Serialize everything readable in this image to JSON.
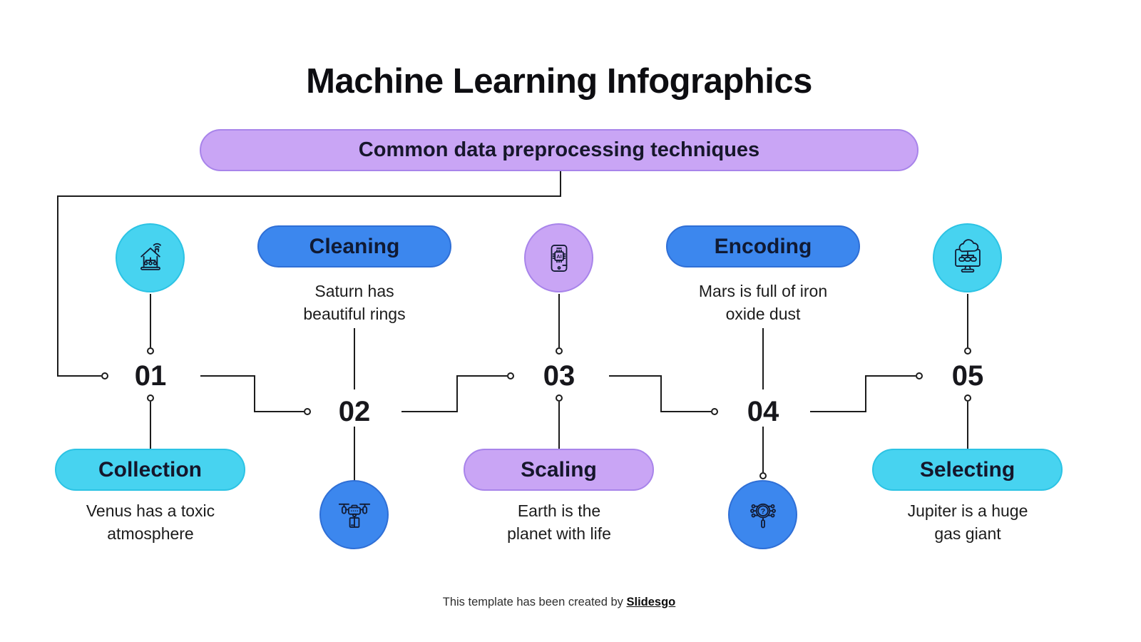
{
  "page": {
    "title": "Machine Learning Infographics",
    "subtitle": "Common data preprocessing techniques"
  },
  "steps": [
    {
      "number": "01",
      "label": "Collection",
      "description_line1": "Venus has a toxic",
      "description_line2": "atmosphere",
      "accent": "cyan",
      "icon": "smart-home-icon"
    },
    {
      "number": "02",
      "label": "Cleaning",
      "description_line1": "Saturn has",
      "description_line2": "beautiful rings",
      "accent": "blue",
      "icon": "delivery-drone-icon"
    },
    {
      "number": "03",
      "label": "Scaling",
      "description_line1": "Earth is the",
      "description_line2": "planet with life",
      "accent": "purple",
      "icon": "ai-chip-phone-icon"
    },
    {
      "number": "04",
      "label": "Encoding",
      "description_line1": "Mars is full of iron",
      "description_line2": "oxide dust",
      "accent": "blue",
      "icon": "search-network-icon"
    },
    {
      "number": "05",
      "label": "Selecting",
      "description_line1": "Jupiter is a huge",
      "description_line2": "gas giant",
      "accent": "cyan",
      "icon": "cloud-computer-icon"
    }
  ],
  "footer": {
    "text": "This template has been created by ",
    "brand": "Slidesgo"
  },
  "colors": {
    "cyan_fill": "#47d3f0",
    "cyan_border": "#2cc3e4",
    "blue_fill": "#3c87ee",
    "blue_border": "#2f6fd6",
    "purple_fill": "#c9a5f5",
    "purple_border": "#a884ea",
    "line": "#1c1c1c",
    "text": "#141414",
    "background": "#ffffff"
  }
}
